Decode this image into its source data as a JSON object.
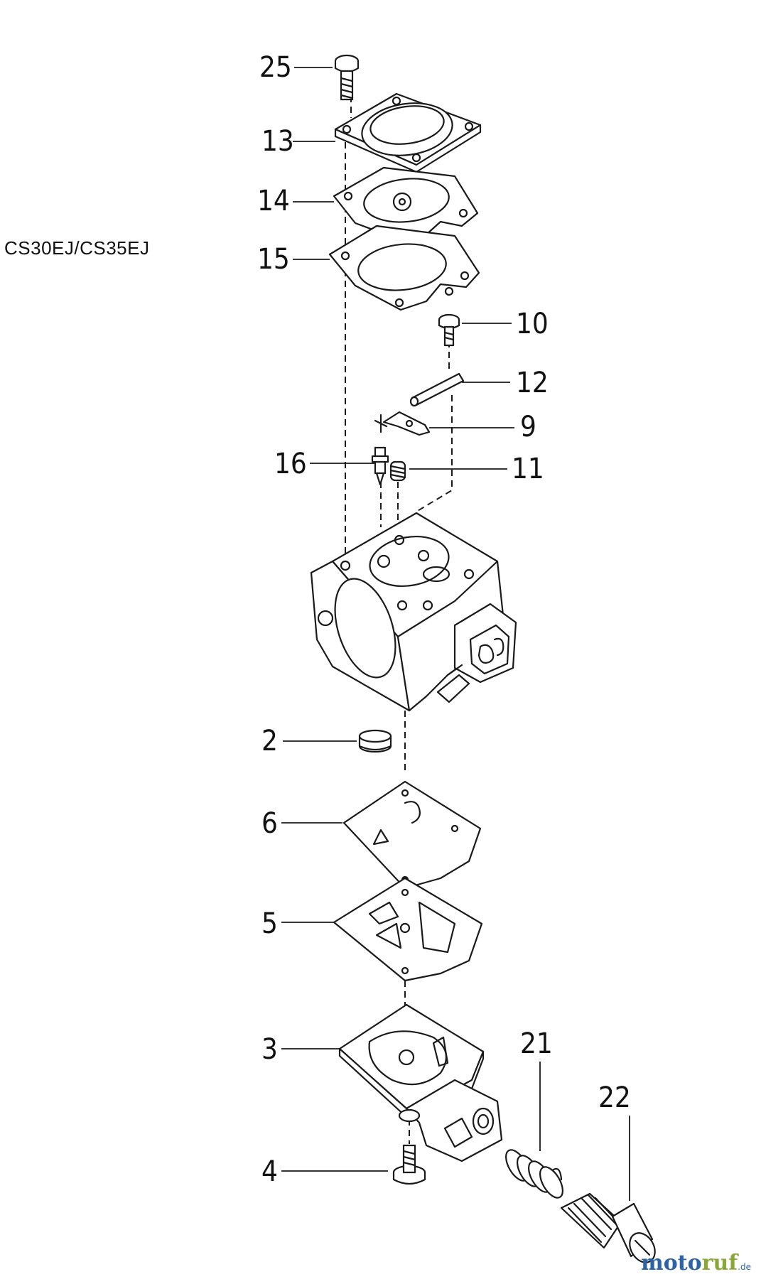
{
  "model": "CS30EJ/CS35EJ",
  "watermark": {
    "part_a": "moto",
    "part_b": "ruf",
    "tld": ".de"
  },
  "callouts": [
    {
      "id": "25",
      "text": "25"
    },
    {
      "id": "13",
      "text": "13"
    },
    {
      "id": "14",
      "text": "14"
    },
    {
      "id": "15",
      "text": "15"
    },
    {
      "id": "10",
      "text": "10"
    },
    {
      "id": "12",
      "text": "12"
    },
    {
      "id": "9",
      "text": "9"
    },
    {
      "id": "16",
      "text": "16"
    },
    {
      "id": "11",
      "text": "11"
    },
    {
      "id": "2",
      "text": "2"
    },
    {
      "id": "6",
      "text": "6"
    },
    {
      "id": "5",
      "text": "5"
    },
    {
      "id": "3",
      "text": "3"
    },
    {
      "id": "21",
      "text": "21"
    },
    {
      "id": "22",
      "text": "22"
    },
    {
      "id": "4",
      "text": "4"
    }
  ]
}
